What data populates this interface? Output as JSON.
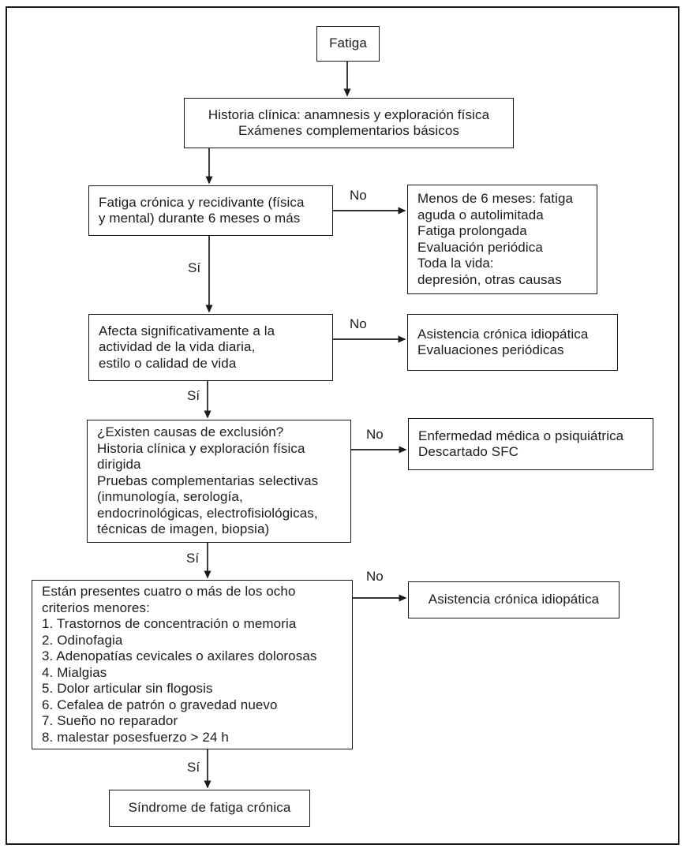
{
  "figure": {
    "background_color": "#ffffff",
    "line_color": "#1a1a1a",
    "text_color": "#1c1c1c",
    "description": "Algoritmo diagnóstico de la fatiga / síndrome de fatiga crónica"
  },
  "labels": {
    "yes": "Sí",
    "no": "No"
  },
  "nodes": {
    "fatiga": {
      "text": "Fatiga"
    },
    "historia": {
      "text": "Historia clínica: anamnesis y exploración física\nExámenes complementarios básicos"
    },
    "fatiga_cronica": {
      "text": "Fatiga crónica y recidivante (física\ny mental) durante 6 meses o más"
    },
    "menos_6_meses": {
      "text": "Menos de 6 meses: fatiga\naguda o autolimitada\nFatiga prolongada\nEvaluación periódica\nToda la vida:\ndepresión, otras causas"
    },
    "afecta_vida": {
      "text": "Afecta significativamente a la\nactividad de la vida diaria,\nestilo o calidad de vida"
    },
    "asistencia_evaluaciones": {
      "text": "Asistencia crónica idiopática\nEvaluaciones periódicas"
    },
    "exclusion": {
      "text": "¿Existen causas de exclusión?\nHistoria clínica y exploración física\ndirigida\nPruebas complementarias selectivas\n(inmunología, serología,\nendocrinológicas, electrofisiológicas,\ntécnicas de imagen, biopsia)"
    },
    "enfermedad": {
      "text": "Enfermedad médica o psiquiátrica\nDescartado SFC"
    },
    "criterios": {
      "text": "Están presentes cuatro o más de los ocho\ncriterios menores:\n1. Trastornos de concentración o memoria\n2. Odinofagia\n3. Adenopatías cevicales o axilares dolorosas\n4. Mialgias\n5. Dolor articular sin flogosis\n6. Cefalea de patrón o gravedad nuevo\n7. Sueño no reparador\n8. malestar posesfuerzo > 24 h"
    },
    "asistencia_idiopatica": {
      "text": "Asistencia crónica idiopática"
    },
    "sindrome": {
      "text": "Síndrome de fatiga crónica"
    }
  }
}
